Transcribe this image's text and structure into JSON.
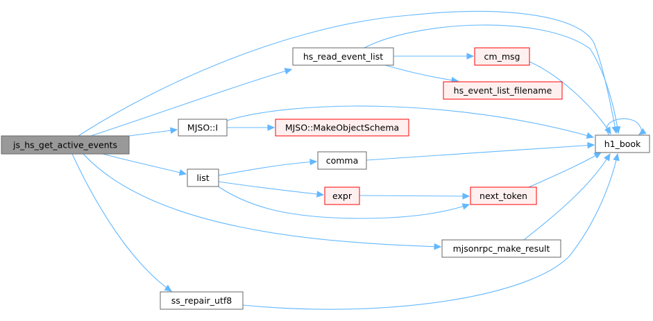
{
  "diagram": {
    "nodes": {
      "js_hs_get_active_events": {
        "label": "js_hs_get_active_events",
        "style": "root"
      },
      "hs_read_event_list": {
        "label": "hs_read_event_list",
        "style": "normal"
      },
      "cm_msg": {
        "label": "cm_msg",
        "style": "red"
      },
      "hs_event_list_filename": {
        "label": "hs_event_list_filename",
        "style": "red"
      },
      "mjso_i": {
        "label": "MJSO::I",
        "style": "normal"
      },
      "mjso_makeobjectschema": {
        "label": "MJSO::MakeObjectSchema",
        "style": "red"
      },
      "list": {
        "label": "list",
        "style": "normal"
      },
      "comma": {
        "label": "comma",
        "style": "normal"
      },
      "expr": {
        "label": "expr",
        "style": "red"
      },
      "next_token": {
        "label": "next_token",
        "style": "red"
      },
      "mjsonrpc_make_result": {
        "label": "mjsonrpc_make_result",
        "style": "normal"
      },
      "ss_repair_utf8": {
        "label": "ss_repair_utf8",
        "style": "normal"
      },
      "h1_book": {
        "label": "h1_book",
        "style": "normal"
      }
    },
    "edges": [
      {
        "from": "js_hs_get_active_events",
        "to": "hs_read_event_list"
      },
      {
        "from": "js_hs_get_active_events",
        "to": "mjso_i"
      },
      {
        "from": "js_hs_get_active_events",
        "to": "list"
      },
      {
        "from": "js_hs_get_active_events",
        "to": "mjsonrpc_make_result"
      },
      {
        "from": "js_hs_get_active_events",
        "to": "ss_repair_utf8"
      },
      {
        "from": "js_hs_get_active_events",
        "to": "h1_book"
      },
      {
        "from": "hs_read_event_list",
        "to": "cm_msg"
      },
      {
        "from": "hs_read_event_list",
        "to": "hs_event_list_filename"
      },
      {
        "from": "hs_read_event_list",
        "to": "h1_book"
      },
      {
        "from": "cm_msg",
        "to": "h1_book"
      },
      {
        "from": "mjso_i",
        "to": "mjso_makeobjectschema"
      },
      {
        "from": "mjso_i",
        "to": "h1_book"
      },
      {
        "from": "list",
        "to": "comma"
      },
      {
        "from": "list",
        "to": "expr"
      },
      {
        "from": "list",
        "to": "next_token"
      },
      {
        "from": "comma",
        "to": "h1_book"
      },
      {
        "from": "expr",
        "to": "next_token"
      },
      {
        "from": "next_token",
        "to": "h1_book"
      },
      {
        "from": "mjsonrpc_make_result",
        "to": "h1_book"
      },
      {
        "from": "ss_repair_utf8",
        "to": "h1_book"
      },
      {
        "from": "h1_book",
        "to": "h1_book"
      }
    ],
    "colors": {
      "edge": "#63b8ff",
      "node_border": "#666666",
      "node_fill": "#ffffff",
      "root_fill": "#999999",
      "root_border": "#666666",
      "red_border": "#ff0000",
      "red_fill": "#fff0f0",
      "text": "#000000"
    }
  }
}
